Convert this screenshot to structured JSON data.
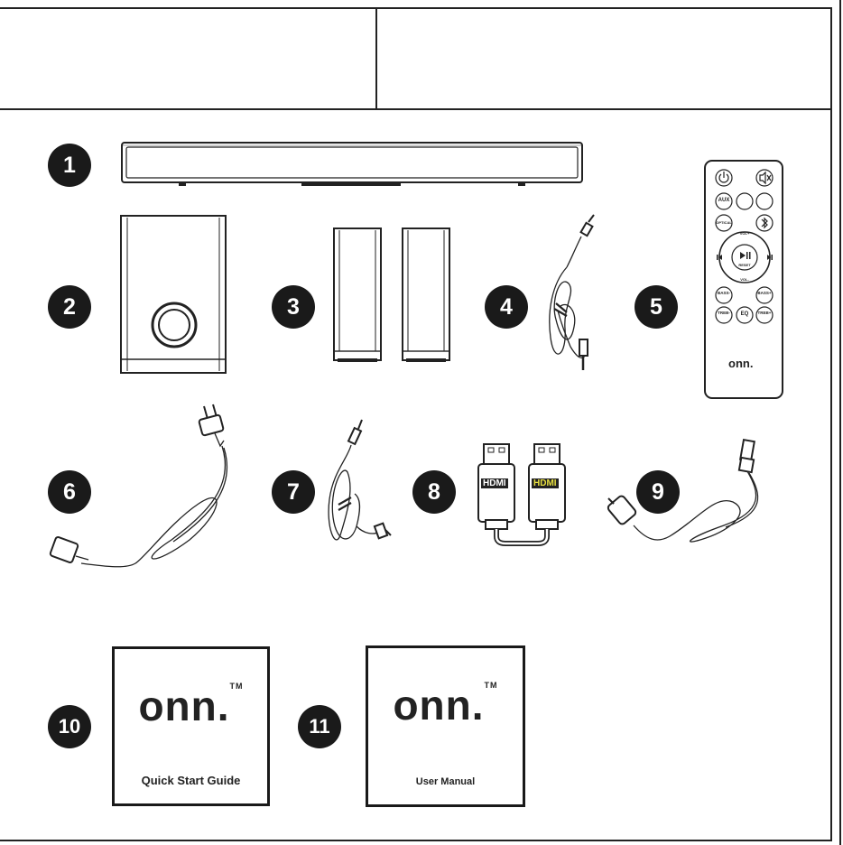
{
  "badges": [
    "1",
    "2",
    "3",
    "4",
    "5",
    "6",
    "7",
    "8",
    "9",
    "10",
    "11"
  ],
  "remote": {
    "brand": "onn.",
    "keys": {
      "aux": "AUX",
      "optical": "OPTICAL",
      "vol_up": "VOL+",
      "vol_down": "VOL-",
      "reset": "RESET",
      "bass_up": "BASS+",
      "bass_down": "BASS-",
      "treb_up": "TREB+",
      "treb_down": "TREB-",
      "eq": "EQ"
    }
  },
  "hdmi": {
    "label": "HDMI"
  },
  "quick_start": {
    "brand": "onn.",
    "tm": "TM",
    "caption": "Quick Start Guide"
  },
  "user_manual": {
    "brand": "onn.",
    "tm": "TM",
    "caption": "User Manual"
  },
  "colors": {
    "ink": "#1a1a1a",
    "paper": "#ffffff",
    "hdmi_accent": "#e8e040"
  }
}
